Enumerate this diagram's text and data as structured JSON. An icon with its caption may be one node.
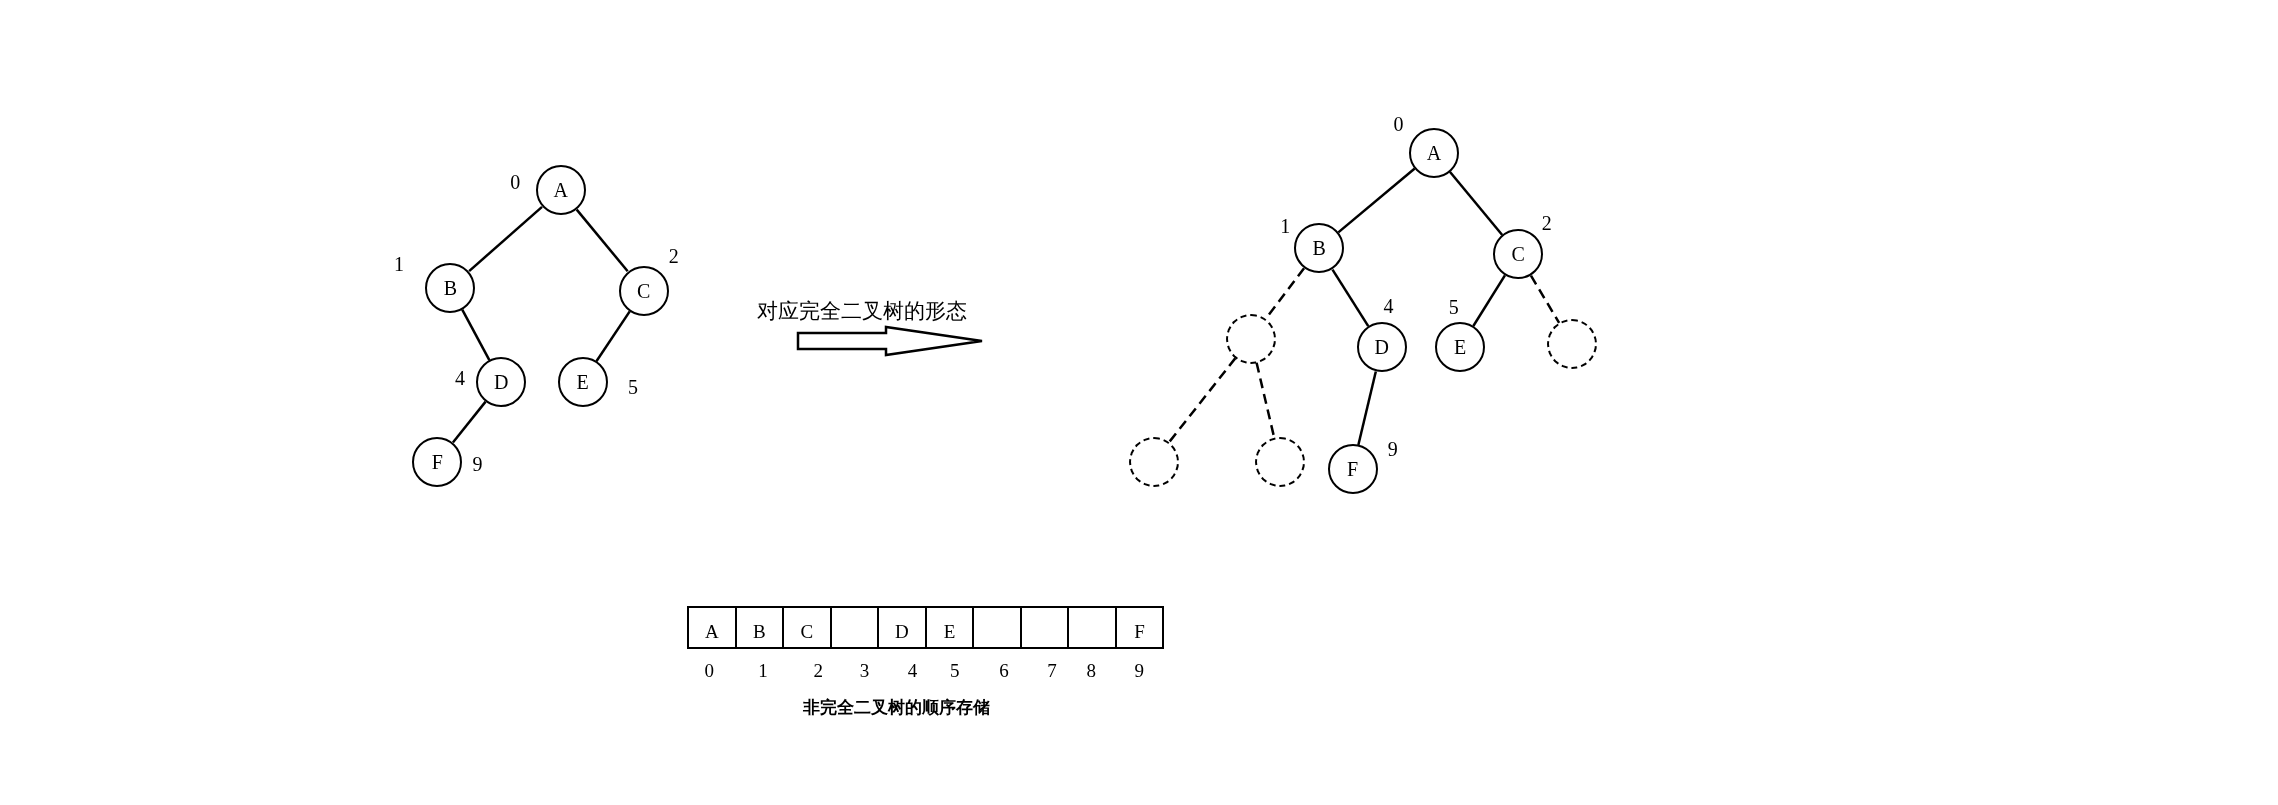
{
  "diagram": {
    "caption": "非完全二叉树的顺序存储",
    "nodes": [
      {
        "text": [
          "A"
        ],
        "beside": [
          "0"
        ]
      },
      {
        "text": [
          "B"
        ],
        "beside": [
          "1"
        ]
      },
      {
        "text": [
          "C"
        ],
        "beside": [
          "2"
        ]
      },
      {
        "text": [
          "D"
        ],
        "beside": [
          "4"
        ]
      },
      {
        "text": [
          "E"
        ],
        "beside": [
          "5"
        ]
      },
      {
        "text": [
          "F"
        ],
        "beside": [
          "9"
        ]
      },
      {
        "text": [
          "A"
        ],
        "beside": [
          "0"
        ]
      },
      {
        "text": [
          "B"
        ],
        "beside": [
          "1"
        ]
      },
      {
        "text": [
          "C"
        ],
        "beside": [
          "2"
        ]
      },
      {
        "text": [],
        "shape": "circle"
      },
      {
        "text": [
          "D"
        ],
        "beside": [
          "4"
        ]
      },
      {
        "text": [
          "E"
        ],
        "beside": [
          "5"
        ]
      },
      {
        "text": [],
        "shape": "circle"
      },
      {
        "text": [],
        "shape": "circle"
      },
      {
        "text": [],
        "shape": "circle"
      },
      {
        "text": [
          "F"
        ],
        "beside": [
          "9"
        ]
      }
    ],
    "edges": [
      {
        "from": 0,
        "to": 1,
        "arrow": "none"
      },
      {
        "from": 0,
        "to": 2,
        "arrow": "none"
      },
      {
        "from": 1,
        "to": 3,
        "arrow": "none"
      },
      {
        "from": 2,
        "to": 4,
        "arrow": "none"
      },
      {
        "from": 3,
        "to": 5,
        "arrow": "none"
      },
      {
        "from": 6,
        "to": 7,
        "arrow": "none"
      },
      {
        "from": 6,
        "to": 8,
        "arrow": "none"
      },
      {
        "from": 7,
        "to": 9,
        "arrow": "none",
        "style": "dashed"
      },
      {
        "from": 7,
        "to": 10,
        "arrow": "none"
      },
      {
        "from": 8,
        "to": 11,
        "arrow": "none"
      },
      {
        "from": 8,
        "to": 12,
        "arrow": "none",
        "style": "dashed"
      },
      {
        "from": 9,
        "to": 13,
        "arrow": "none",
        "style": "dashed"
      },
      {
        "from": 9,
        "to": 14,
        "arrow": "none",
        "style": "dashed"
      },
      {
        "from": 10,
        "to": 15,
        "arrow": "none"
      }
    ],
    "labels": [
      "对应完全二叉树的形态",
      "A",
      "B",
      "C",
      "D",
      "E",
      "F",
      "0",
      "1",
      "2",
      "3",
      "4",
      "5",
      "6",
      "7",
      "8",
      "9"
    ]
  }
}
